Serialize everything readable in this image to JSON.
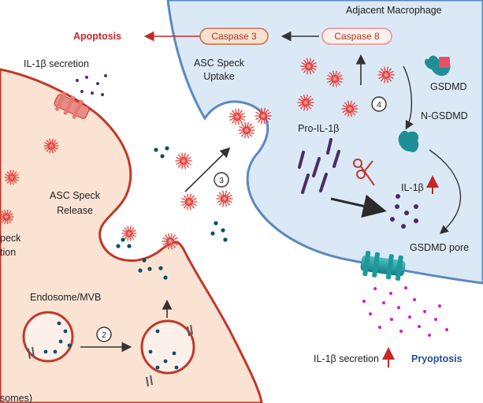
{
  "labels": {
    "adjacent_macrophage": "Adjacent Macrophage",
    "apoptosis": "Apoptosis",
    "caspase3": "Caspase 3",
    "caspase8": "Caspase 8",
    "il1b_secretion_top": "IL-1β secretion",
    "asc_speck_uptake_1": "ASC Speck",
    "asc_speck_uptake_2": "Uptake",
    "asc_speck_release_1": "ASC Speck",
    "asc_speck_release_2": "Release",
    "speck_cut": "peck",
    "tion_cut": "tion",
    "gsdmd": "GSDMD",
    "n_gsdmd": "N-GSDMD",
    "pro_il1b": "Pro-IL-1β",
    "il1b": "IL-1β",
    "gsdmd_pore": "GSDMD pore",
    "endosome_mvb": "Endosome/MVB",
    "il1b_secretion_bottom": "IL-1β secretion",
    "pyroptosis": "Pryoptosis",
    "bottom_cut": "somes)",
    "step2": "2",
    "step3": "3",
    "step4": "4"
  },
  "colors": {
    "donor_cell_fill": "#fbe3d3",
    "donor_cell_border": "#c0392b",
    "macrophage_fill": "#dbe9f6",
    "macrophage_border": "#5b89bf",
    "speck_red": "#e53935",
    "teal": "#1f8f95",
    "dark_teal": "#0f4f6a",
    "purple": "#5a2d6e",
    "magenta": "#d21ccf",
    "pill_fill": "#fbe0cf",
    "pill_border": "#c96b45"
  },
  "icons": [
    "asc-speck-icon",
    "scissors-icon",
    "gsdmd-protein-icon",
    "gsdmd-pore-icon",
    "vesicle-icon"
  ]
}
